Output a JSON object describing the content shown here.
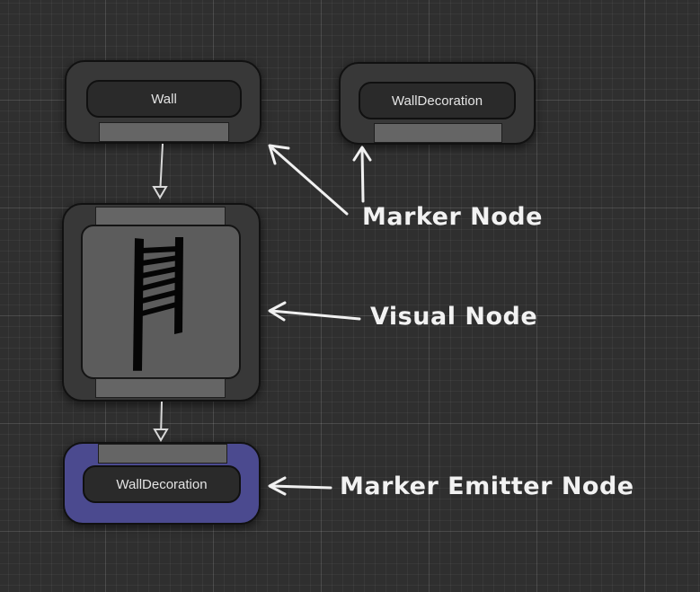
{
  "nodes": {
    "wall": {
      "label": "Wall"
    },
    "wall_decoration_marker": {
      "label": "WallDecoration"
    },
    "visual": {
      "thumbnail_icon": "ladder-icon"
    },
    "wall_decoration_emitter": {
      "label": "WallDecoration"
    }
  },
  "callouts": {
    "marker_node": "Marker Node",
    "visual_node": "Visual Node",
    "marker_emitter_node": "Marker Emitter Node"
  },
  "colors": {
    "canvas_background": "#2f2f2f",
    "node_body": "#383838",
    "emitter_node_body": "#4b4a8f",
    "pin": "#656565",
    "callout_text": "#f2f2f2"
  }
}
